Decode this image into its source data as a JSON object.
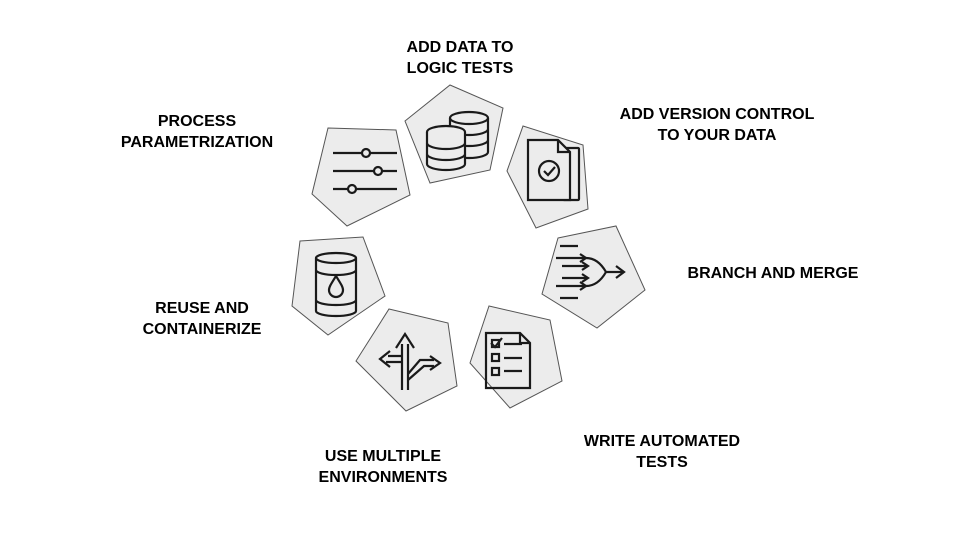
{
  "colors": {
    "pentagon_fill": "#ececec",
    "pentagon_stroke": "#555555",
    "icon_stroke": "#1a1a1a",
    "text": "#000000",
    "background": "#ffffff"
  },
  "steps": [
    {
      "lines": [
        "ADD DATA TO",
        "LOGIC TESTS"
      ],
      "icon": "database-icon"
    },
    {
      "lines": [
        "ADD VERSION CONTROL",
        "TO YOUR DATA"
      ],
      "icon": "verified-document-icon"
    },
    {
      "lines": [
        "BRANCH AND MERGE"
      ],
      "icon": "merge-arrows-icon"
    },
    {
      "lines": [
        "WRITE AUTOMATED",
        "TESTS"
      ],
      "icon": "checklist-icon"
    },
    {
      "lines": [
        "USE MULTIPLE",
        "ENVIRONMENTS"
      ],
      "icon": "split-arrows-icon"
    },
    {
      "lines": [
        "REUSE AND",
        "CONTAINERIZE"
      ],
      "icon": "oil-barrel-icon"
    },
    {
      "lines": [
        "PROCESS",
        "PARAMETRIZATION"
      ],
      "icon": "sliders-icon"
    }
  ]
}
